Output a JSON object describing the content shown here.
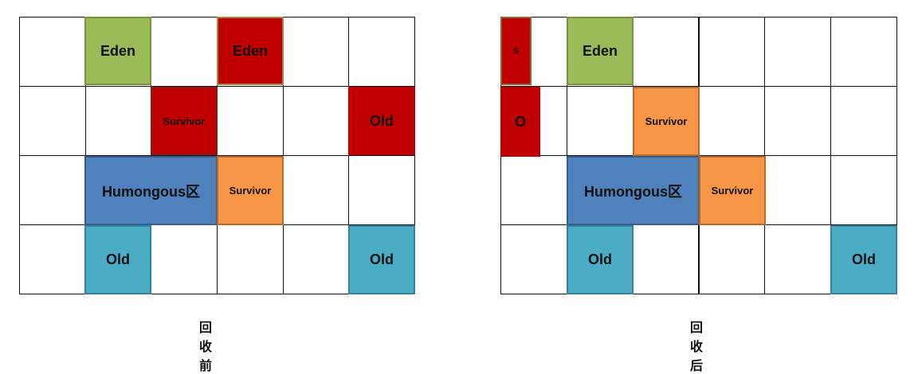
{
  "before": {
    "caption": "回收前",
    "labels": {
      "eden_a": "Eden",
      "eden_b": "Eden",
      "survivor_a": "Survivor",
      "old_a": "Old",
      "humongous": "Humongous区",
      "survivor_b": "Survivor",
      "old_b": "Old",
      "old_c": "Old"
    }
  },
  "after": {
    "caption": "回收后",
    "labels": {
      "s_small": "S",
      "eden": "Eden",
      "o_small": "O",
      "survivor_a": "Survivor",
      "humongous": "Humongous区",
      "survivor_b": "Survivor",
      "old_a": "Old",
      "old_b": "Old"
    }
  }
}
